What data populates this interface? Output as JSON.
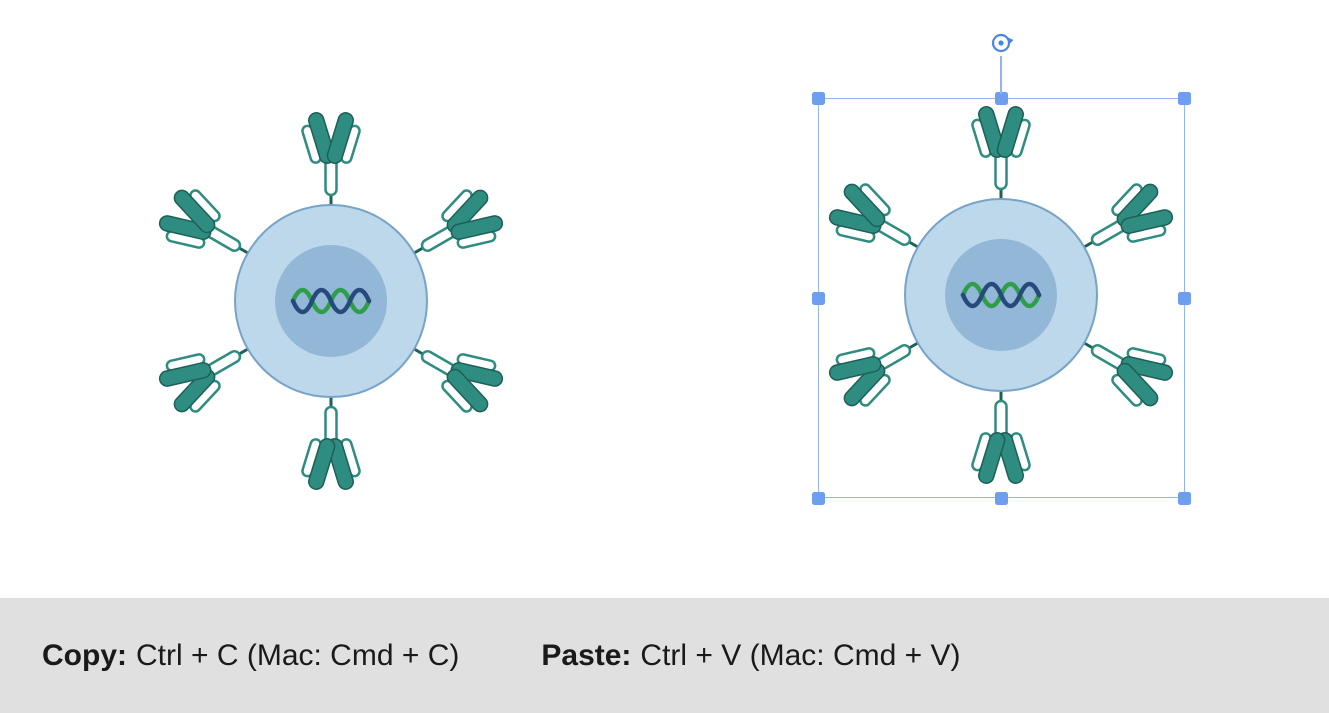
{
  "canvas": {
    "objects": [
      {
        "label": "cell-with-antibodies",
        "selected": false
      },
      {
        "label": "cell-with-antibodies",
        "selected": true
      }
    ],
    "selection": {
      "handles": [
        "nw",
        "n",
        "ne",
        "w",
        "e",
        "sw",
        "s",
        "se"
      ],
      "rotation_handle": true
    }
  },
  "footer": {
    "copy_label": "Copy:",
    "copy_shortcut": "Ctrl + C (Mac: Cmd + C)",
    "paste_label": "Paste:",
    "paste_shortcut": "Ctrl + V (Mac: Cmd + V)"
  },
  "colors": {
    "antibody_fill": "#2F8C80",
    "antibody_stroke": "#1C6057",
    "cell_fill": "#BDD7EB",
    "cell_stroke": "#76A3C8",
    "nucleus_fill": "#92B7D7",
    "dna_green": "#2F9E49",
    "dna_blue": "#27497C",
    "selection_line": "#92B4F4",
    "handle_color": "#6D9EF0",
    "rotate_icon": "#4A86E8",
    "footer_bg": "#E0E0E0",
    "footer_text": "#1A1A1A"
  }
}
